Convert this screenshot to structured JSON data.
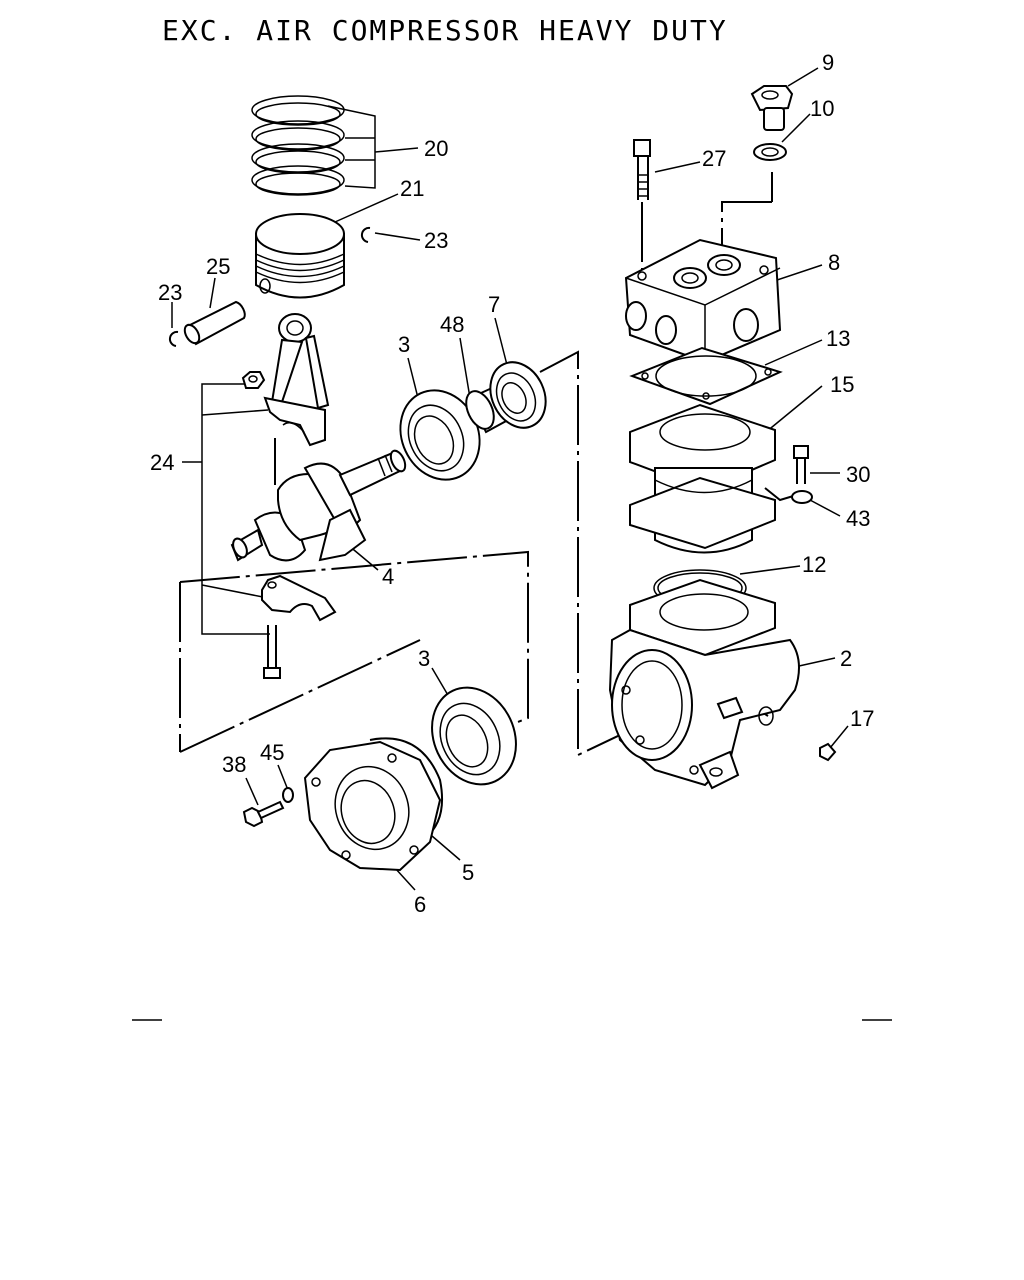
{
  "title": "EXC. AIR COMPRESSOR HEAVY DUTY",
  "callouts": [
    {
      "id": "c9",
      "text": "9"
    },
    {
      "id": "c10",
      "text": "10"
    },
    {
      "id": "c27",
      "text": "27"
    },
    {
      "id": "c20",
      "text": "20"
    },
    {
      "id": "c21",
      "text": "21"
    },
    {
      "id": "c23a",
      "text": "23"
    },
    {
      "id": "c25",
      "text": "25"
    },
    {
      "id": "c23b",
      "text": "23"
    },
    {
      "id": "c8",
      "text": "8"
    },
    {
      "id": "c48",
      "text": "48"
    },
    {
      "id": "c7",
      "text": "7"
    },
    {
      "id": "c3a",
      "text": "3"
    },
    {
      "id": "c13",
      "text": "13"
    },
    {
      "id": "c15",
      "text": "15"
    },
    {
      "id": "c24",
      "text": "24"
    },
    {
      "id": "c30",
      "text": "30"
    },
    {
      "id": "c43",
      "text": "43"
    },
    {
      "id": "c4",
      "text": "4"
    },
    {
      "id": "c12",
      "text": "12"
    },
    {
      "id": "c2",
      "text": "2"
    },
    {
      "id": "c3b",
      "text": "3"
    },
    {
      "id": "c17",
      "text": "17"
    },
    {
      "id": "c38",
      "text": "38"
    },
    {
      "id": "c45",
      "text": "45"
    },
    {
      "id": "c5",
      "text": "5"
    },
    {
      "id": "c6",
      "text": "6"
    }
  ]
}
